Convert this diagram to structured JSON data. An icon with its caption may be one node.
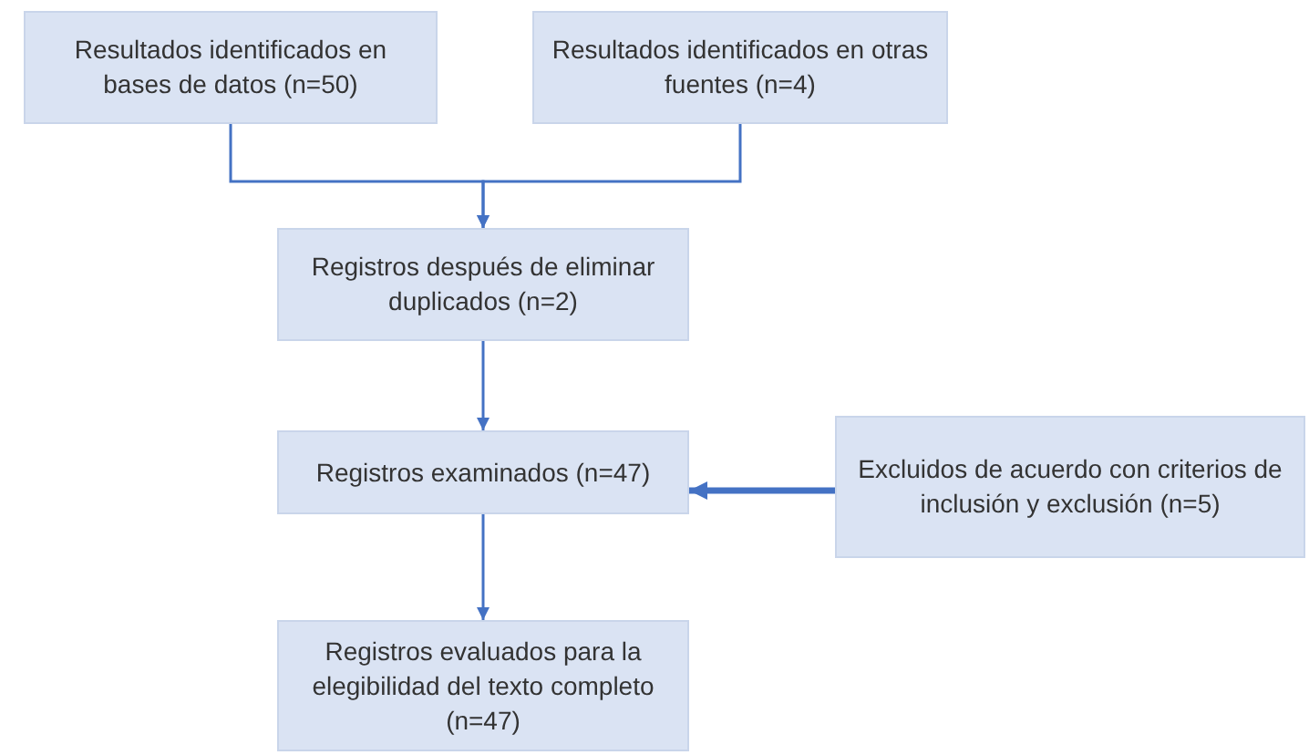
{
  "diagram": {
    "nodes": [
      {
        "text": [
          "Resultados identificados en bases de datos (n=50)"
        ]
      },
      {
        "text": [
          "Resultados identificados en otras fuentes (n=4)"
        ]
      },
      {
        "text": [
          "Registros después de eliminar duplicados (n=2)"
        ]
      },
      {
        "text": [
          "Registros examinados (n=47)"
        ]
      },
      {
        "text": [
          "Excluidos de acuerdo con criterios de inclusión y exclusión (n=5)"
        ]
      },
      {
        "text": [
          "Registros evaluados para la elegibilidad del texto completo (n=47)"
        ]
      }
    ],
    "edges": [
      {
        "from": 0,
        "to": 2,
        "arrow": "to"
      },
      {
        "from": 1,
        "to": 2,
        "arrow": "to"
      },
      {
        "from": 2,
        "to": 3,
        "arrow": "to"
      },
      {
        "from": 4,
        "to": 3,
        "arrow": "to",
        "style": "thick"
      },
      {
        "from": 3,
        "to": 5,
        "arrow": "to"
      }
    ]
  }
}
